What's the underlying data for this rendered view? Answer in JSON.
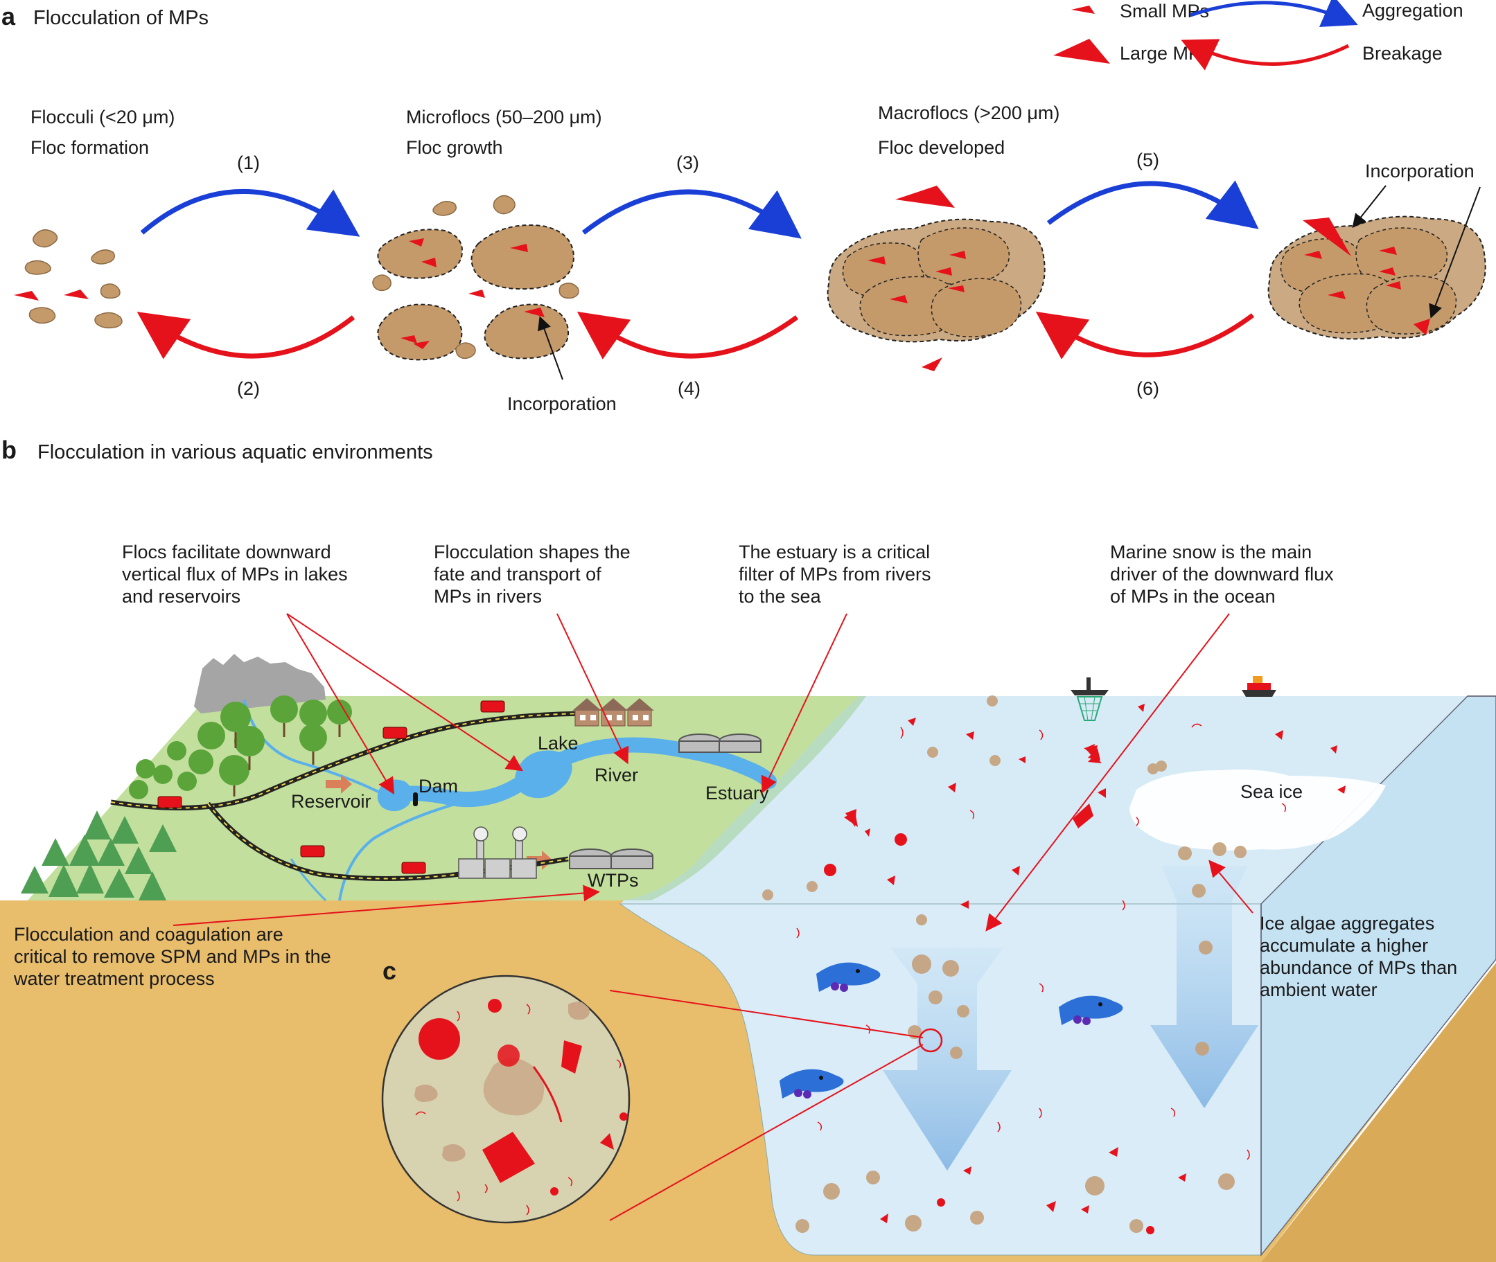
{
  "panel_a": {
    "letter": "a",
    "title": "Flocculation of MPs",
    "legend": {
      "small_mps": "Small MPs",
      "large_mps": "Large MPs",
      "aggregation": "Aggregation",
      "breakage": "Breakage",
      "aggregation_color": "#1a3fd6",
      "breakage_color": "#e5121b"
    },
    "stages": [
      {
        "size": "Flocculi (<20 μm)",
        "label": "Floc formation"
      },
      {
        "size": "Microflocs (50–200 μm)",
        "label": "Floc growth"
      },
      {
        "size": "Macroflocs (>200 μm)",
        "label": "Floc developed"
      }
    ],
    "steps": [
      "(1)",
      "(2)",
      "(3)",
      "(4)",
      "(5)",
      "(6)"
    ],
    "incorporation_1": "Incorporation",
    "incorporation_2": "Incorporation"
  },
  "panel_b": {
    "letter": "b",
    "title": "Flocculation in various aquatic environments",
    "notes": {
      "lakes": [
        "Flocs facilitate downward",
        "vertical flux of MPs in lakes",
        "and reservoirs"
      ],
      "rivers": [
        "Flocculation shapes the",
        "fate and transport of",
        "MPs in rivers"
      ],
      "estuary": [
        "The estuary is a critical",
        "filter of MPs from rivers",
        "to the sea"
      ],
      "ocean": [
        "Marine snow is the main",
        "driver of the downward flux",
        "of MPs in the ocean"
      ],
      "wtp": [
        "Flocculation and coagulation are",
        "critical to remove SPM and MPs in the",
        "water treatment process"
      ],
      "ice": [
        "Ice algae aggregates",
        "accumulate a higher",
        "abundance of MPs than",
        "ambient water"
      ]
    },
    "places": {
      "lake": "Lake",
      "river": "River",
      "estuary": "Estuary",
      "reservoir": "Reservoir",
      "dam": "Dam",
      "wtps": "WTPs",
      "sea_ice": "Sea ice"
    }
  },
  "panel_c": {
    "letter": "c"
  },
  "colors": {
    "mp_red": "#e5121b",
    "floc_brown": "#c59a6b",
    "land_green": "#c3df9d",
    "sediment": "#e8bd6c",
    "water": "#d8ecf8",
    "river_blue": "#59b0ea"
  }
}
